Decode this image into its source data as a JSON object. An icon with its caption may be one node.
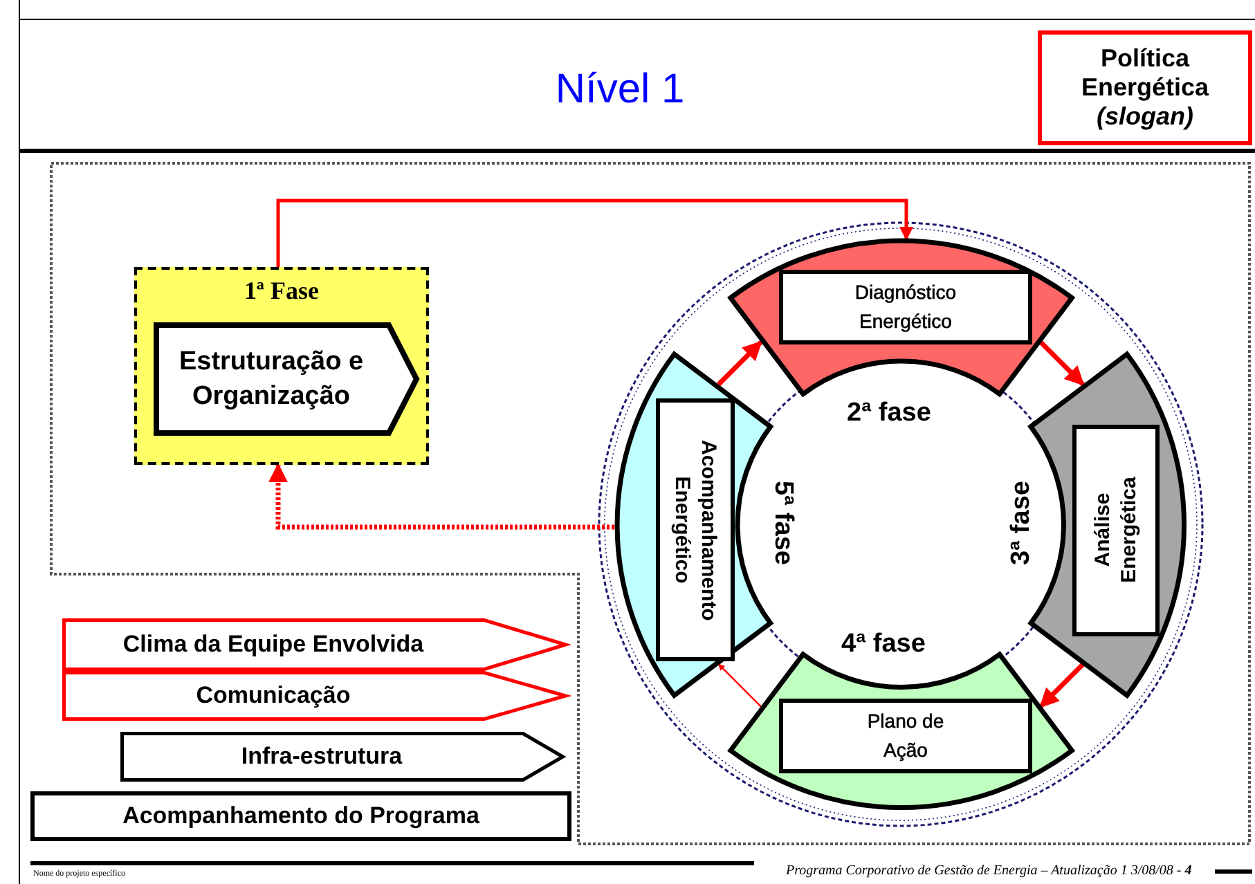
{
  "diagram": {
    "title": "Nível 1",
    "nodes": [
      {
        "text": [
          "Política Energética",
          "(slogan)"
        ]
      },
      {
        "text": [
          "1ª Fase"
        ]
      },
      {
        "text": [
          "Estruturação e Organização"
        ],
        "in": 1
      },
      {
        "text": [],
        "shape": "sector"
      },
      {
        "text": [
          "Diagnóstico Energético"
        ],
        "in": 3
      },
      {
        "text": [],
        "shape": "sector"
      },
      {
        "text": [
          "Análise Energética"
        ],
        "in": 5
      },
      {
        "text": [],
        "shape": "sector"
      },
      {
        "text": [
          "Plano de Ação"
        ],
        "in": 7
      },
      {
        "text": [],
        "shape": "sector"
      },
      {
        "text": [
          "Acompanhamento Energético"
        ],
        "in": 9
      },
      {
        "text": [
          "Clima da Equipe Envolvida"
        ]
      },
      {
        "text": [
          "Comunicação"
        ]
      },
      {
        "text": [
          "Infra-estrutura"
        ]
      },
      {
        "text": [
          "Acompanhamento do Programa"
        ]
      }
    ],
    "edges": [
      {
        "from": 1,
        "to": 3,
        "arrow": "to"
      },
      {
        "from": 3,
        "to": 5,
        "arrow": "to"
      },
      {
        "from": 5,
        "to": 7,
        "arrow": "to"
      },
      {
        "from": 7,
        "to": 9,
        "arrow": "to"
      },
      {
        "from": 9,
        "to": 3,
        "arrow": "to"
      },
      {
        "from": 9,
        "to": 1,
        "arrow": "to",
        "style": "dashed"
      }
    ],
    "labels": [
      "2ª fase",
      "5ª fase",
      "3ª fase",
      "4ª fase",
      "Nome do projeto específico",
      "Programa Corporativo de Gestão de Energia – Atualização 1 3/08/08 - **4**"
    ]
  }
}
